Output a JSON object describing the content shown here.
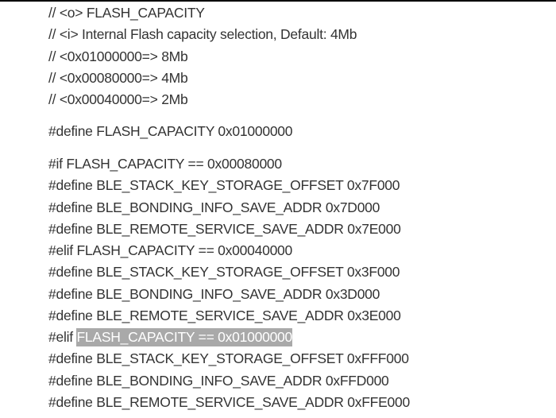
{
  "document": {
    "paragraphs": [
      {
        "lines": [
          "// <o> FLASH_CAPACITY",
          "// <i> Internal Flash capacity selection, Default: 4Mb",
          "// <0x01000000=> 8Mb",
          "// <0x00080000=> 4Mb",
          "// <0x00040000=> 2Mb"
        ]
      },
      {
        "lines": [
          "#define FLASH_CAPACITY 0x01000000"
        ]
      },
      {
        "lines": [
          "#if FLASH_CAPACITY == 0x00080000",
          "#define BLE_STACK_KEY_STORAGE_OFFSET 0x7F000",
          "#define BLE_BONDING_INFO_SAVE_ADDR 0x7D000",
          "#define BLE_REMOTE_SERVICE_SAVE_ADDR 0x7E000",
          "#elif FLASH_CAPACITY == 0x00040000",
          "#define BLE_STACK_KEY_STORAGE_OFFSET 0x3F000",
          "#define BLE_BONDING_INFO_SAVE_ADDR 0x3D000",
          "#define BLE_REMOTE_SERVICE_SAVE_ADDR 0x3E000",
          {
            "prefix": "#elif ",
            "selected": "FLASH_CAPACITY == 0x01000000"
          },
          "#define BLE_STACK_KEY_STORAGE_OFFSET 0xFFF000",
          "#define BLE_BONDING_INFO_SAVE_ADDR 0xFFD000",
          "#define BLE_REMOTE_SERVICE_SAVE_ADDR 0xFFE000"
        ]
      }
    ]
  },
  "colors": {
    "text": "#333333",
    "selection_bg": "#a9a9a9",
    "selection_text": "#ffffff",
    "background": "#ffffff",
    "top_border": "#000000"
  }
}
